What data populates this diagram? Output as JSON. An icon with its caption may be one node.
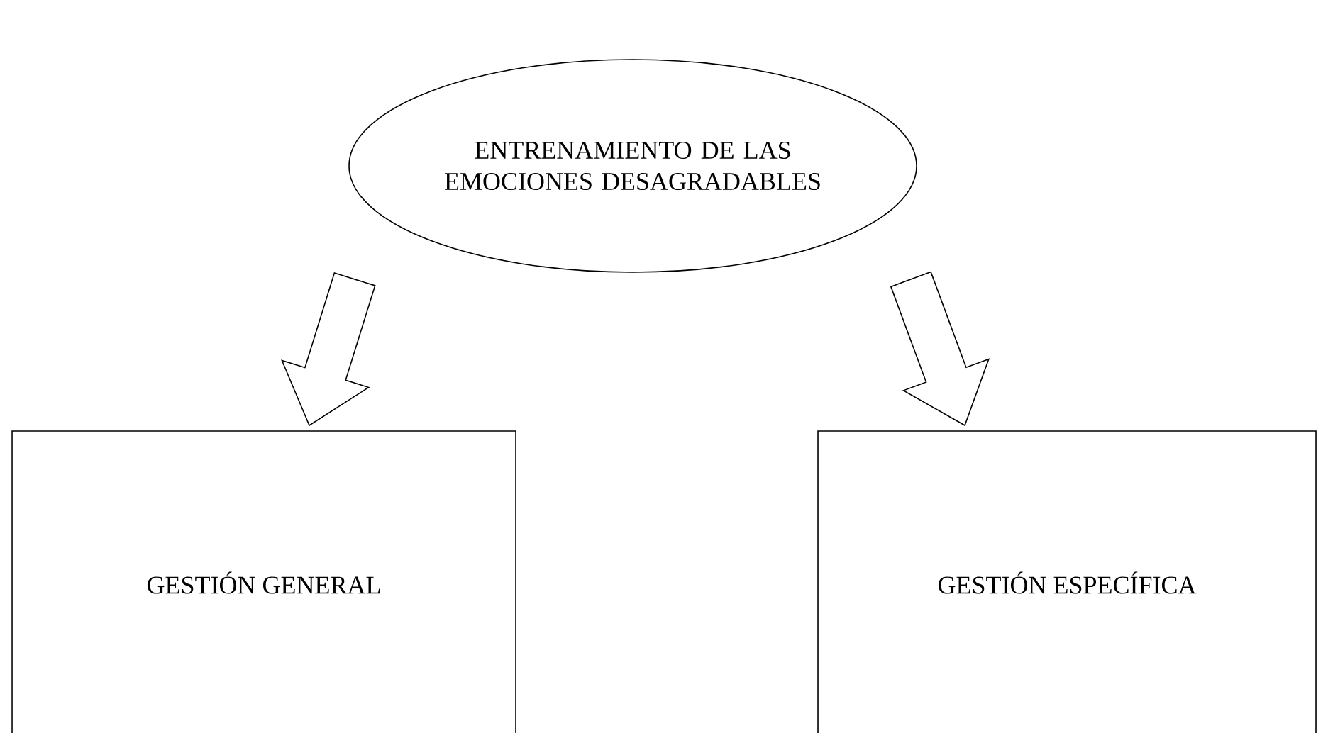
{
  "diagram": {
    "nodes": [
      {
        "text": [
          "ENTRENAMIENTO DE LAS EMOCIONES DESAGRADABLES"
        ]
      },
      {
        "text": [
          "GESTIÓN GENERAL"
        ]
      },
      {
        "text": [
          "GESTIÓN ESPECÍFICA"
        ]
      }
    ],
    "edges": [
      {
        "from": 0,
        "to": 1,
        "arrow": "to"
      },
      {
        "from": 0,
        "to": 2,
        "arrow": "to"
      }
    ]
  }
}
